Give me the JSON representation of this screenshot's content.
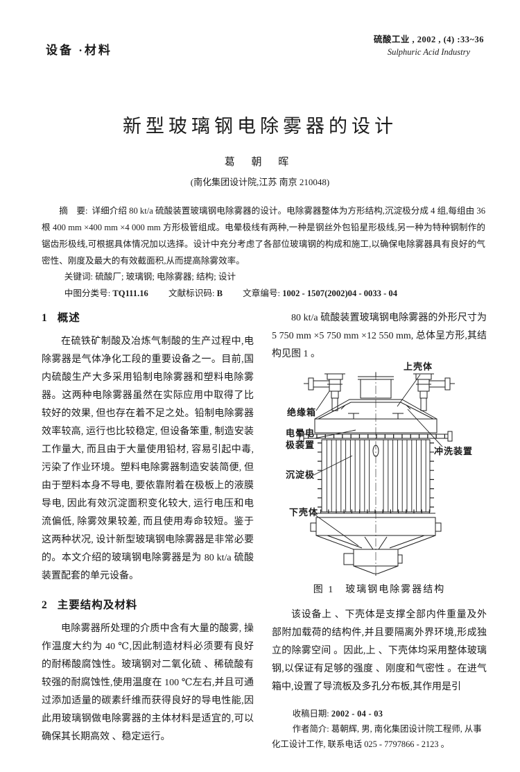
{
  "header": {
    "section_label": "设备 ·材料",
    "journal_cn": "硫酸工业 , 2002 , (4) :33~36",
    "journal_en": "Sulphuric Acid Industry"
  },
  "title": "新型玻璃钢电除雾器的设计",
  "author": "葛 朝 晖",
  "affiliation": "(南化集团设计院,江苏 南京 210048)",
  "abstract": {
    "label": "摘　要:",
    "text": "详细介绍 80 kt/a 硫酸装置玻璃钢电除雾器的设计。电除雾器整体为方形结构,沉淀极分成 4 组,每组由 36 根 400 mm ×400 mm ×4 000 mm 方形极管组成。电晕极线有两种,一种是钢丝外包铅星形极线,另一种为特种钢制作的锯齿形极线,可根据具体情况加以选择。设计中充分考虑了各部位玻璃钢的构成和施工,以确保电除雾器具有良好的气密性、刚度及最大的有效截面积,从而提高除雾效率。",
    "keywords_label": "关键词:",
    "keywords": "硫酸厂; 玻璃钢; 电除雾器; 结构; 设计",
    "clc_label": "中图分类号:",
    "clc": "TQ111.16",
    "doc_code_label": "文献标识码:",
    "doc_code": "B",
    "article_id_label": "文章编号:",
    "article_id": "1002 - 1507(2002)04 - 0033 - 04"
  },
  "sections": {
    "s1_num": "1",
    "s1_title": "概述",
    "s1_p1": "在硫铁矿制酸及冶炼气制酸的生产过程中,电除雾器是气体净化工段的重要设备之一。目前,国内硫酸生产大多采用铅制电除雾器和塑料电除雾器。这两种电除雾器虽然在实际应用中取得了比较好的效果, 但也存在着不足之处。铅制电除雾器效率较高, 运行也比较稳定, 但设备笨重, 制造安装工作量大, 而且由于大量使用铅材, 容易引起中毒, 污染了作业环境。塑料电除雾器制造安装简便, 但由于塑料本身不导电, 要依靠附着在极板上的液膜导电, 因此有效沉淀面积变化较大, 运行电压和电流偏低, 除雾效果较差, 而且使用寿命较短。鉴于这两种状况, 设计新型玻璃钢电除雾器是非常必要的。本文介绍的玻璃钢电除雾器是为 80 kt/a 硫酸装置配套的单元设备。",
    "s2_num": "2",
    "s2_title": "主要结构及材料",
    "s2_p1": "电除雾器所处理的介质中含有大量的酸雾, 操作温度大约为 40 ℃,因此制造材料必须要有良好的耐稀酸腐蚀性。玻璃钢对二氧化硫 、稀硫酸有较强的耐腐蚀性,使用温度在 100 ℃左右,并且可通过添加适量的碳素纤维而获得良好的导电性能,因此用玻璃钢做电除雾器的主体材料是适宜的,可以确保其长期高效 、稳定运行。",
    "right_p1": "80 kt/a 硫酸装置玻璃钢电除雾器的外形尺寸为 5 750 mm ×5 750 mm ×12 550 mm, 总体呈方形,其结构见图 1 。",
    "right_p2": "该设备上 、下壳体是支撑全部内件重量及外部附加载荷的结构件,并且要隔离外界环境,形成独立的除雾空间 。因此,上 、下壳体均采用整体玻璃钢,以保证有足够的强度 、刚度和气密性 。在进气箱中,设置了导流板及多孔分布板,其作用是引"
  },
  "figure": {
    "caption": "图 1　玻璃钢电除雾器结构",
    "labels": {
      "top_shell": "上壳体",
      "insulator_box": "绝缘箱",
      "corona_device": "电晕电\n极装置",
      "precipitation_electrode": "沉淀极",
      "bottom_shell": "下壳体",
      "flushing_device": "冲洗装置"
    }
  },
  "footer": {
    "received_label": "收稿日期:",
    "received": "2002 - 04 - 03",
    "bio": "作者简介: 葛朝辉, 男, 南化集团设计院工程师, 从事化工设计工作, 联系电话 025 - 7797866 - 2123 。"
  }
}
